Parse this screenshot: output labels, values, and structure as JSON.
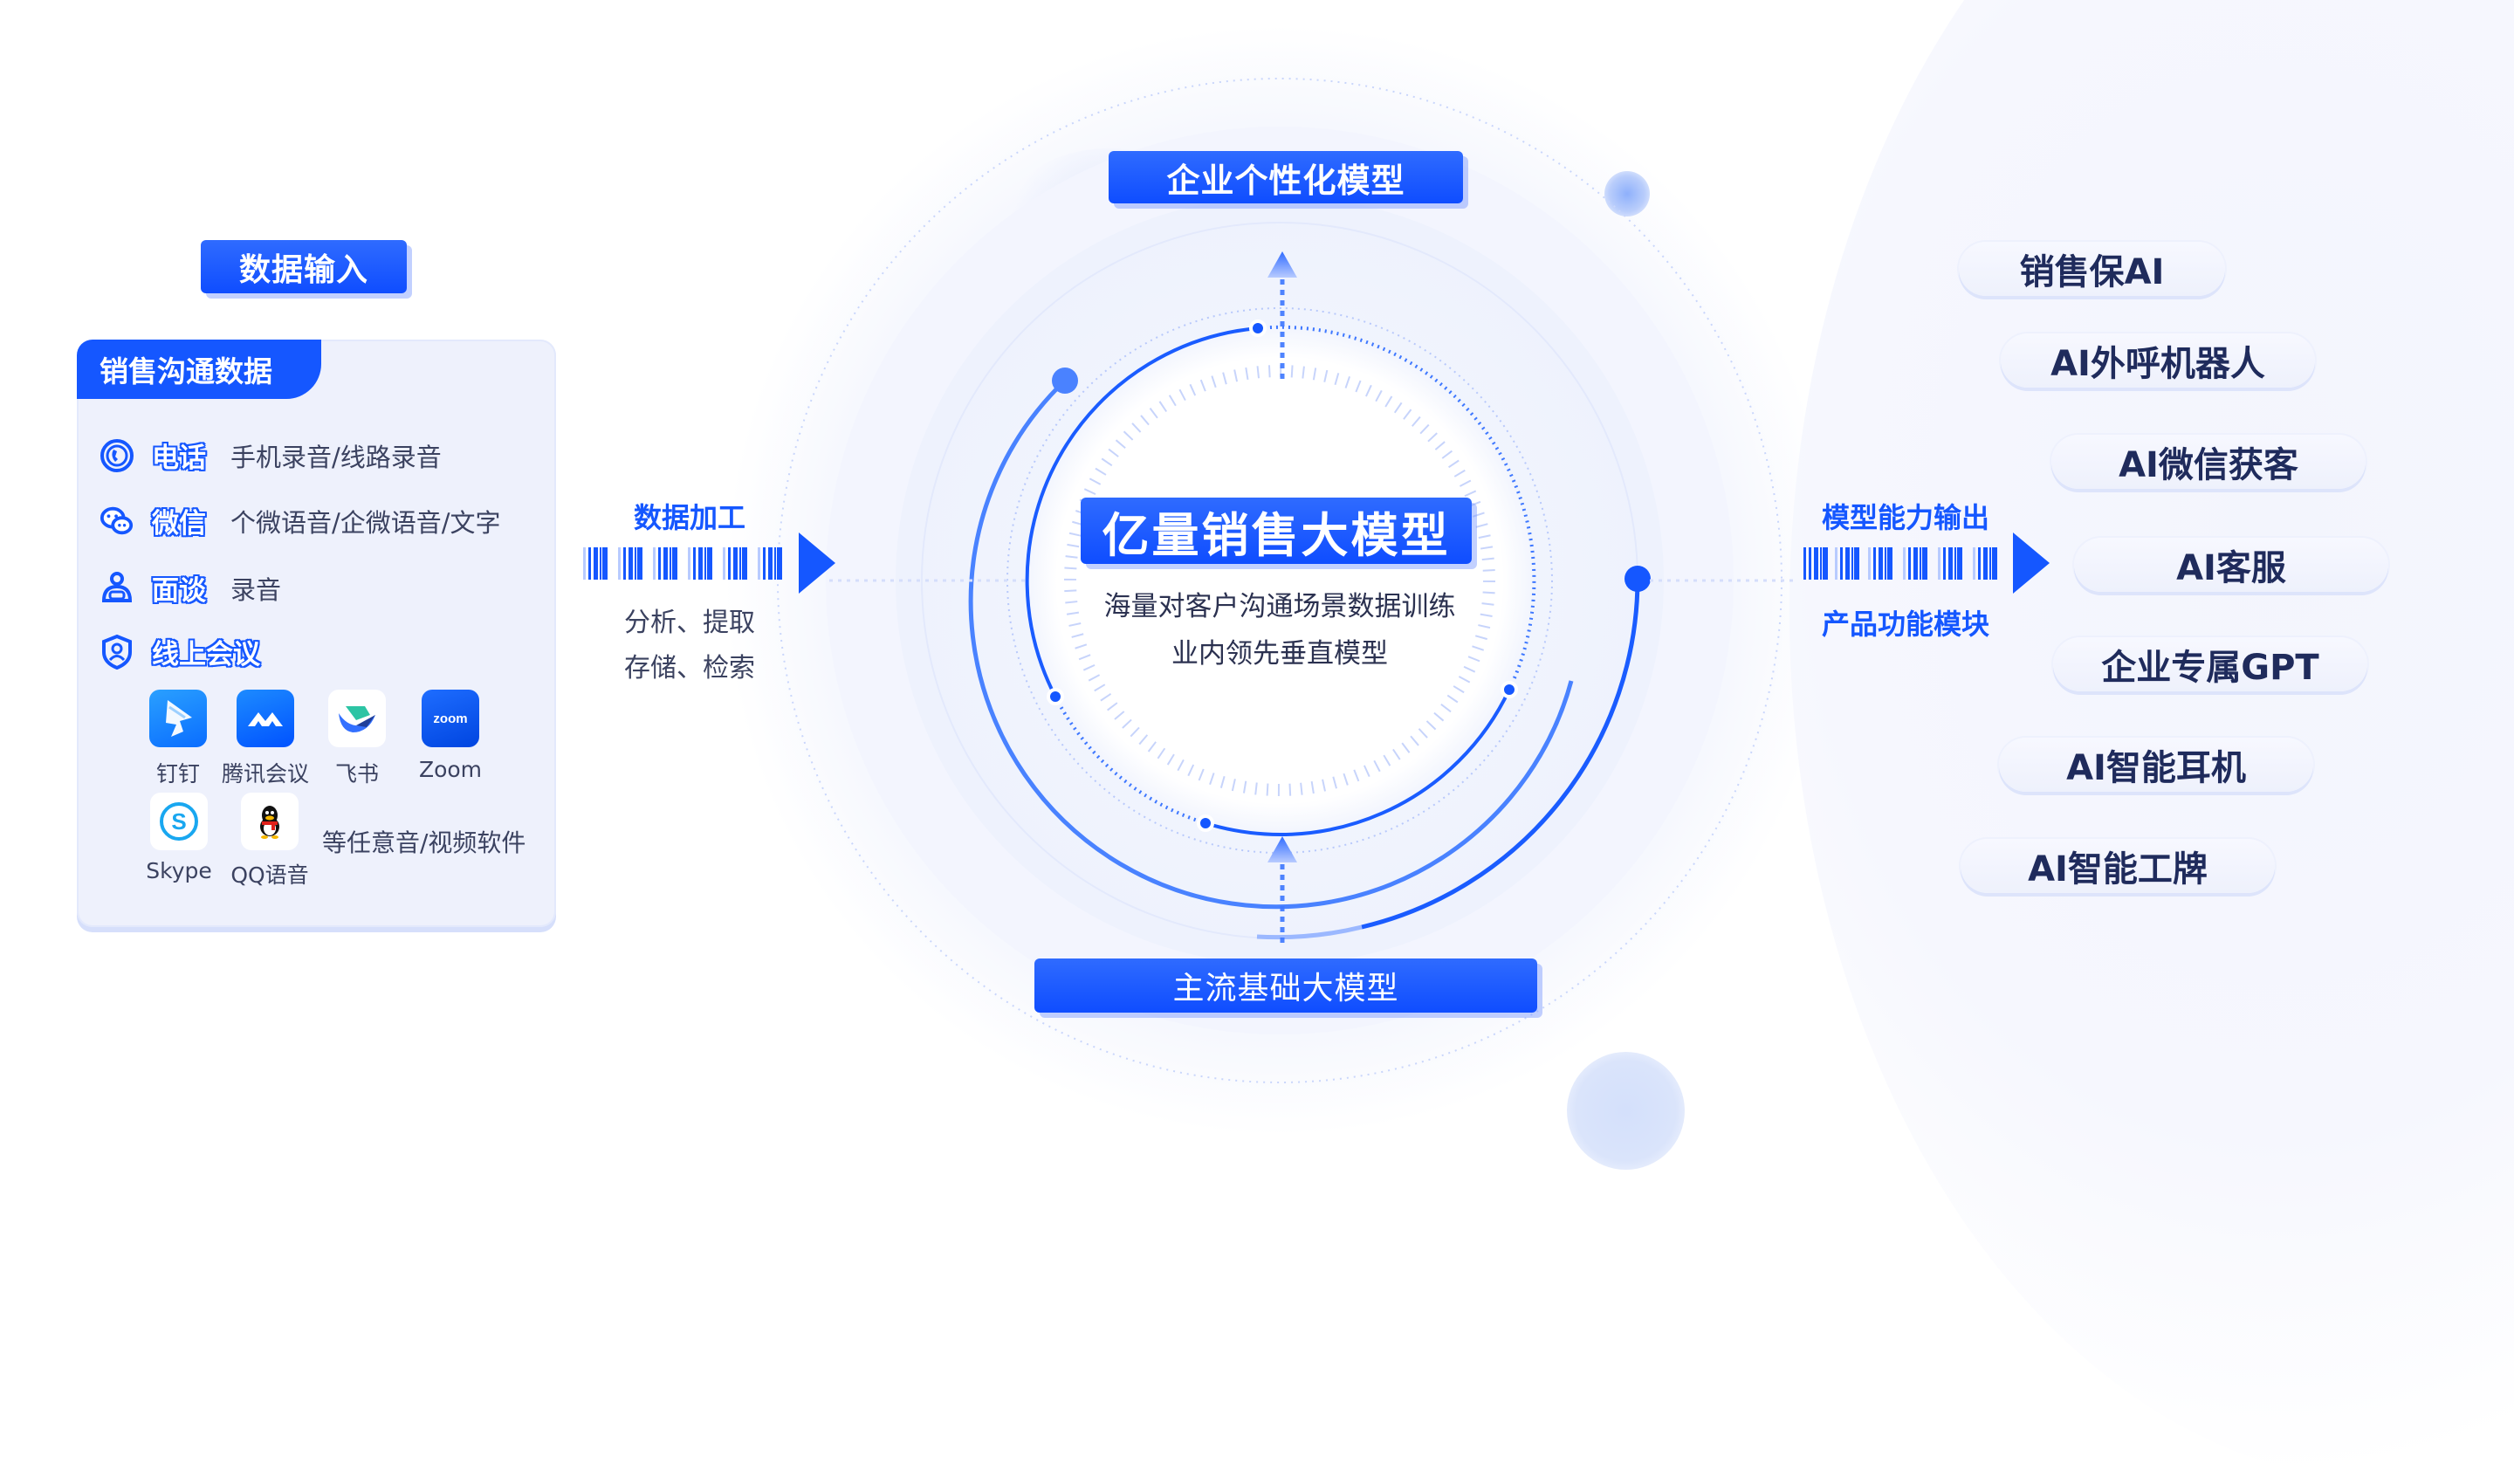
{
  "colors": {
    "accent": "#1557ff",
    "text_dark": "#1f2b5c",
    "text_body": "#3b4260",
    "card_bg": "#eef1fc"
  },
  "input": {
    "badge": "数据输入",
    "card_title": "销售沟通数据",
    "rows": [
      {
        "icon": "phone-icon",
        "category": "电话",
        "desc": "手机录音/线路录音"
      },
      {
        "icon": "wechat-icon",
        "category": "微信",
        "desc": "个微语音/企微语音/文字"
      },
      {
        "icon": "meeting-person-icon",
        "category": "面谈",
        "desc": "录音"
      },
      {
        "icon": "online-meeting-icon",
        "category": "线上会议",
        "desc": ""
      }
    ],
    "apps": [
      {
        "name": "钉钉",
        "icon": "dingtalk-icon"
      },
      {
        "name": "腾讯会议",
        "icon": "tencent-meeting-icon"
      },
      {
        "name": "飞书",
        "icon": "feishu-icon"
      },
      {
        "name": "Zoom",
        "icon": "zoom-icon",
        "glyph": "zoom"
      },
      {
        "name": "Skype",
        "icon": "skype-icon",
        "glyph": "S"
      },
      {
        "name": "QQ语音",
        "icon": "qq-icon"
      }
    ],
    "apps_note": "等任意音/视频软件"
  },
  "processing": {
    "title": "数据加工",
    "lines": [
      "分析、提取",
      "存储、检索"
    ]
  },
  "center": {
    "top_badge": "企业个性化模型",
    "title": "亿量销售大模型",
    "desc_lines": [
      "海量对客户沟通场景数据训练",
      "业内领先垂直模型"
    ],
    "bottom_badge": "主流基础大模型"
  },
  "output": {
    "title": "模型能力输出",
    "subtitle": "产品功能模块",
    "products": [
      "销售保AI",
      "AI外呼机器人",
      "AI微信获客",
      "AI客服",
      "企业专属GPT",
      "AI智能耳机",
      "AI智能工牌"
    ]
  }
}
